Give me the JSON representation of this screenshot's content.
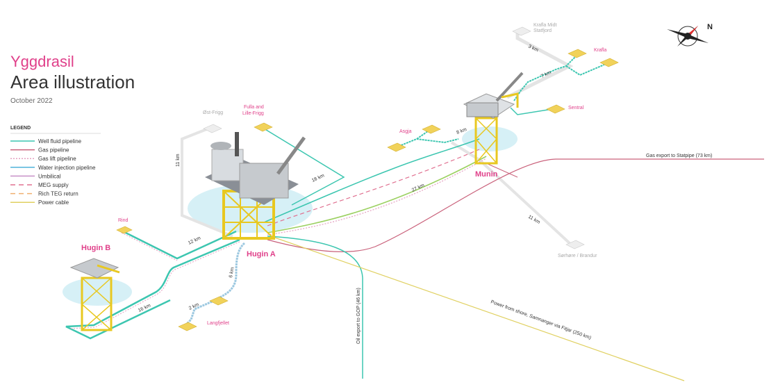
{
  "title": {
    "name": "Yggdrasil",
    "subtitle": "Area illustration",
    "date": "October 2022"
  },
  "legend": {
    "heading": "LEGEND",
    "items": [
      {
        "label": "Well fluid pipeline",
        "color": "#3cc6b0",
        "style": "solid"
      },
      {
        "label": "Gas pipeline",
        "color": "#c9607a",
        "style": "solid"
      },
      {
        "label": "Gas lift pipeline",
        "color": "#e4a0c0",
        "style": "dotted"
      },
      {
        "label": "Water injection pipeline",
        "color": "#4fb3d9",
        "style": "solid"
      },
      {
        "label": "Umbilical",
        "color": "#c890c8",
        "style": "solid"
      },
      {
        "label": "MEG supply",
        "color": "#e07090",
        "style": "dashed"
      },
      {
        "label": "Rich TEG return",
        "color": "#f0b070",
        "style": "dashed"
      },
      {
        "label": "Power cable",
        "color": "#e0d060",
        "style": "solid"
      }
    ]
  },
  "platforms": {
    "hugin_a": "Hugin A",
    "hugin_b": "Hugin B",
    "munin": "Munin"
  },
  "fields": {
    "ost_frigg": "Øst-Frigg",
    "fulla_1": "Fulla and",
    "fulla_2": "Lille-Frigg",
    "asgja": "Asgja",
    "krafla_midt_1": "Krafla Midt",
    "krafla_midt_2": "Statfjord",
    "krafla": "Krafla",
    "sentral": "Sentral",
    "sorhore": "Sørhøre / Brandur",
    "rind": "Rind",
    "langfjellet": "Langfjellet"
  },
  "distances": {
    "d11_west": "11 km",
    "d18": "18 km",
    "d27": "27 km",
    "d8": "8 km",
    "d3": "3 km",
    "d7": "7 km",
    "d11_east": "11 km",
    "d12": "12 km",
    "d16": "16 km",
    "d6": "6 km",
    "d2": "2 km"
  },
  "export_lines": {
    "gas": "Gas export to Statpipe (73 km)",
    "oil": "Oil export to GOP (46 km)",
    "power": "Power from shore, Samnanger via Fitjar (250 km)"
  },
  "compass": {
    "north": "N"
  }
}
